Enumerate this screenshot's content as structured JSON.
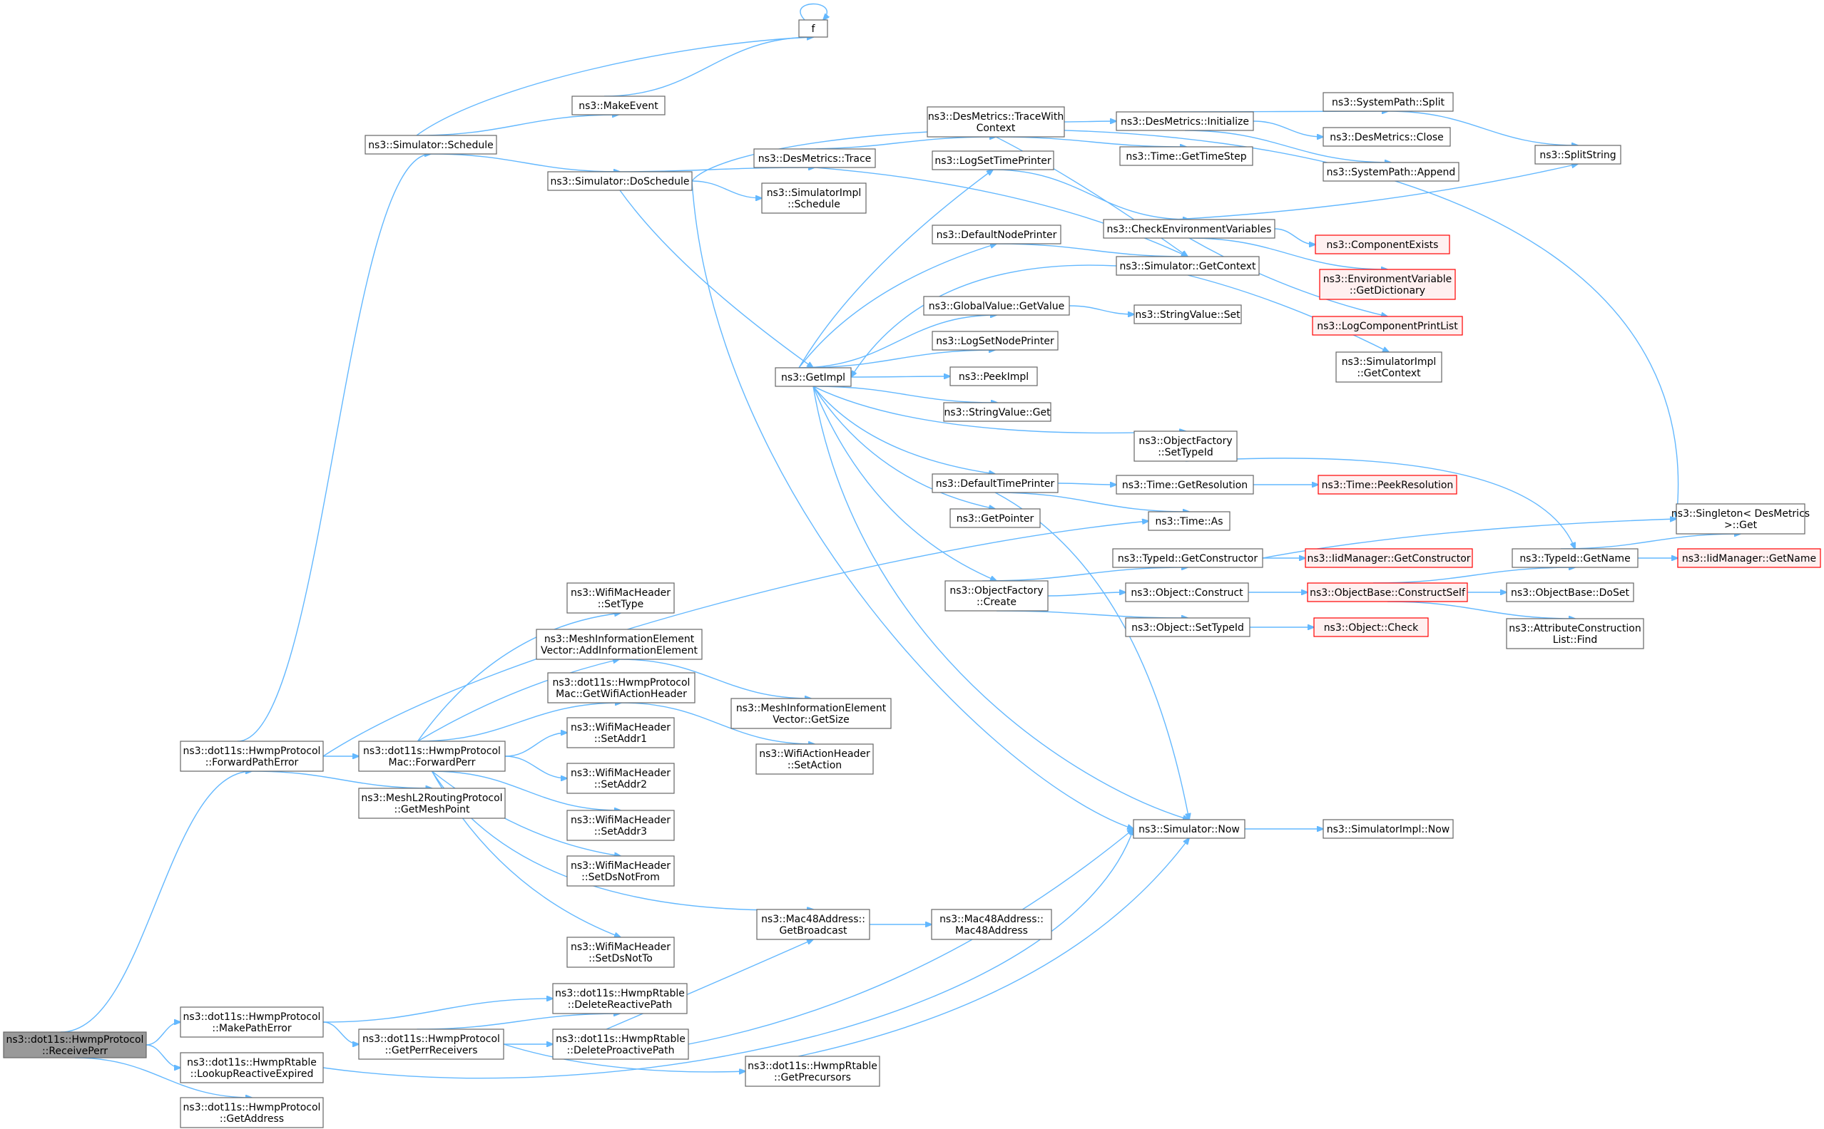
{
  "graph": {
    "colors": {
      "edge": "#63b8ff",
      "node_border": "#666666",
      "truncated_border": "#ff0000",
      "root_fill": "#999999"
    },
    "nodes": [
      {
        "id": "receiveperr",
        "lines": [
          "ns3::dot11s::HwmpProtocol",
          "::ReceivePerr"
        ],
        "root": true
      },
      {
        "id": "forwardpatherror",
        "lines": [
          "ns3::dot11s::HwmpProtocol",
          "::ForwardPathError"
        ]
      },
      {
        "id": "makepatherror",
        "lines": [
          "ns3::dot11s::HwmpProtocol",
          "::MakePathError"
        ]
      },
      {
        "id": "lookupreactiveexpired",
        "lines": [
          "ns3::dot11s::HwmpRtable",
          "::LookupReactiveExpired"
        ]
      },
      {
        "id": "getaddress",
        "lines": [
          "ns3::dot11s::HwmpProtocol",
          "::GetAddress"
        ]
      },
      {
        "id": "schedule",
        "lines": [
          "ns3::Simulator::Schedule"
        ]
      },
      {
        "id": "f",
        "lines": [
          "f"
        ]
      },
      {
        "id": "makeevent",
        "lines": [
          "ns3::MakeEvent"
        ]
      },
      {
        "id": "doschedule",
        "lines": [
          "ns3::Simulator::DoSchedule"
        ]
      },
      {
        "id": "desmetricstrace",
        "lines": [
          "ns3::DesMetrics::Trace"
        ]
      },
      {
        "id": "simimplschedule",
        "lines": [
          "ns3::SimulatorImpl",
          "::Schedule"
        ]
      },
      {
        "id": "tracewithcontext",
        "lines": [
          "ns3::DesMetrics::TraceWith",
          "Context"
        ]
      },
      {
        "id": "initialize",
        "lines": [
          "ns3::DesMetrics::Initialize"
        ]
      },
      {
        "id": "gettimestep",
        "lines": [
          "ns3::Time::GetTimeStep"
        ]
      },
      {
        "id": "split",
        "lines": [
          "ns3::SystemPath::Split"
        ]
      },
      {
        "id": "close",
        "lines": [
          "ns3::DesMetrics::Close"
        ]
      },
      {
        "id": "append",
        "lines": [
          "ns3::SystemPath::Append"
        ]
      },
      {
        "id": "splitstring",
        "lines": [
          "ns3::SplitString"
        ]
      },
      {
        "id": "logsettimeprinter",
        "lines": [
          "ns3::LogSetTimePrinter"
        ]
      },
      {
        "id": "checkenv",
        "lines": [
          "ns3::CheckEnvironmentVariables"
        ]
      },
      {
        "id": "componentexists",
        "lines": [
          "ns3::ComponentExists"
        ],
        "truncated": true
      },
      {
        "id": "envgetdictionary",
        "lines": [
          "ns3::EnvironmentVariable",
          "::GetDictionary"
        ],
        "truncated": true
      },
      {
        "id": "logcomponentprintlist",
        "lines": [
          "ns3::LogComponentPrintList"
        ],
        "truncated": true
      },
      {
        "id": "defaultnodeprinter",
        "lines": [
          "ns3::DefaultNodePrinter"
        ]
      },
      {
        "id": "simgetcontext",
        "lines": [
          "ns3::Simulator::GetContext"
        ]
      },
      {
        "id": "simimplgetcontext",
        "lines": [
          "ns3::SimulatorImpl",
          "::GetContext"
        ]
      },
      {
        "id": "globalvaluegetvalue",
        "lines": [
          "ns3::GlobalValue::GetValue"
        ]
      },
      {
        "id": "stringvalueset",
        "lines": [
          "ns3::StringValue::Set"
        ]
      },
      {
        "id": "logsetnodeprinter",
        "lines": [
          "ns3::LogSetNodePrinter"
        ]
      },
      {
        "id": "getimpl",
        "lines": [
          "ns3::GetImpl"
        ]
      },
      {
        "id": "peekimpl",
        "lines": [
          "ns3::PeekImpl"
        ]
      },
      {
        "id": "stringvalueget",
        "lines": [
          "ns3::StringValue::Get"
        ]
      },
      {
        "id": "ofsettypeid",
        "lines": [
          "ns3::ObjectFactory",
          "::SetTypeId"
        ]
      },
      {
        "id": "defaulttimeprinter",
        "lines": [
          "ns3::DefaultTimePrinter"
        ]
      },
      {
        "id": "getresolution",
        "lines": [
          "ns3::Time::GetResolution"
        ]
      },
      {
        "id": "peekresolution",
        "lines": [
          "ns3::Time::PeekResolution"
        ],
        "truncated": true
      },
      {
        "id": "getpointer",
        "lines": [
          "ns3::GetPointer"
        ]
      },
      {
        "id": "timeas",
        "lines": [
          "ns3::Time::As"
        ]
      },
      {
        "id": "singletonget",
        "lines": [
          "ns3::Singleton< DesMetrics",
          " >::Get"
        ]
      },
      {
        "id": "getconstructor",
        "lines": [
          "ns3::TypeId::GetConstructor"
        ]
      },
      {
        "id": "iidgetconstructor",
        "lines": [
          "ns3::IidManager::GetConstructor"
        ],
        "truncated": true
      },
      {
        "id": "typeidgetname",
        "lines": [
          "ns3::TypeId::GetName"
        ]
      },
      {
        "id": "iidgetname",
        "lines": [
          "ns3::IidManager::GetName"
        ],
        "truncated": true
      },
      {
        "id": "ofcreate",
        "lines": [
          "ns3::ObjectFactory",
          "::Create"
        ]
      },
      {
        "id": "objectconstruct",
        "lines": [
          "ns3::Object::Construct"
        ]
      },
      {
        "id": "constructself",
        "lines": [
          "ns3::ObjectBase::ConstructSelf"
        ],
        "truncated": true
      },
      {
        "id": "doset",
        "lines": [
          "ns3::ObjectBase::DoSet"
        ]
      },
      {
        "id": "objectsettypeid",
        "lines": [
          "ns3::Object::SetTypeId"
        ]
      },
      {
        "id": "objectcheck",
        "lines": [
          "ns3::Object::Check"
        ],
        "truncated": true
      },
      {
        "id": "acfind",
        "lines": [
          "ns3::AttributeConstruction",
          "List::Find"
        ]
      },
      {
        "id": "settype",
        "lines": [
          "ns3::WifiMacHeader",
          "::SetType"
        ]
      },
      {
        "id": "addinfoelement",
        "lines": [
          "ns3::MeshInformationElement",
          "Vector::AddInformationElement"
        ]
      },
      {
        "id": "getwifiactionheader",
        "lines": [
          "ns3::dot11s::HwmpProtocol",
          "Mac::GetWifiActionHeader"
        ]
      },
      {
        "id": "miegetsize",
        "lines": [
          "ns3::MeshInformationElement",
          "Vector::GetSize"
        ]
      },
      {
        "id": "setaction",
        "lines": [
          "ns3::WifiActionHeader",
          "::SetAction"
        ]
      },
      {
        "id": "forwardperr",
        "lines": [
          "ns3::dot11s::HwmpProtocol",
          "Mac::ForwardPerr"
        ]
      },
      {
        "id": "getmeshpoint",
        "lines": [
          "ns3::MeshL2RoutingProtocol",
          "::GetMeshPoint"
        ]
      },
      {
        "id": "setaddr1",
        "lines": [
          "ns3::WifiMacHeader",
          "::SetAddr1"
        ]
      },
      {
        "id": "setaddr2",
        "lines": [
          "ns3::WifiMacHeader",
          "::SetAddr2"
        ]
      },
      {
        "id": "setaddr3",
        "lines": [
          "ns3::WifiMacHeader",
          "::SetAddr3"
        ]
      },
      {
        "id": "setdsnotfrom",
        "lines": [
          "ns3::WifiMacHeader",
          "::SetDsNotFrom"
        ]
      },
      {
        "id": "setdsnotto",
        "lines": [
          "ns3::WifiMacHeader",
          "::SetDsNotTo"
        ]
      },
      {
        "id": "getbroadcast",
        "lines": [
          "ns3::Mac48Address::",
          "GetBroadcast"
        ]
      },
      {
        "id": "mac48address",
        "lines": [
          "ns3::Mac48Address::",
          "Mac48Address"
        ]
      },
      {
        "id": "simnow",
        "lines": [
          "ns3::Simulator::Now"
        ]
      },
      {
        "id": "simimplnow",
        "lines": [
          "ns3::SimulatorImpl::Now"
        ]
      },
      {
        "id": "deletereactivepath",
        "lines": [
          "ns3::dot11s::HwmpRtable",
          "::DeleteReactivePath"
        ]
      },
      {
        "id": "getperrreceivers",
        "lines": [
          "ns3::dot11s::HwmpProtocol",
          "::GetPerrReceivers"
        ]
      },
      {
        "id": "deleteproactivepath",
        "lines": [
          "ns3::dot11s::HwmpRtable",
          "::DeleteProactivePath"
        ]
      },
      {
        "id": "getprecursors",
        "lines": [
          "ns3::dot11s::HwmpRtable",
          "::GetPrecursors"
        ]
      }
    ]
  }
}
